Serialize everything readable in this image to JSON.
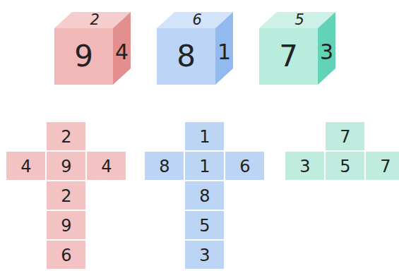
{
  "diagram": {
    "nodes": [
      {
        "text": [
          "2"
        ]
      },
      {
        "text": [
          "9"
        ]
      },
      {
        "text": [
          "4"
        ]
      },
      {
        "text": [
          "6"
        ]
      },
      {
        "text": [
          "8"
        ]
      },
      {
        "text": [
          "1"
        ]
      },
      {
        "text": [
          "5"
        ]
      },
      {
        "text": [
          "7"
        ]
      },
      {
        "text": [
          "3"
        ]
      },
      {
        "text": [
          "2"
        ]
      },
      {
        "text": [
          "4"
        ]
      },
      {
        "text": [
          "9"
        ]
      },
      {
        "text": [
          "4"
        ]
      },
      {
        "text": [
          "2"
        ]
      },
      {
        "text": [
          "9"
        ]
      },
      {
        "text": [
          "6"
        ]
      },
      {
        "text": [
          "1"
        ]
      },
      {
        "text": [
          "8"
        ]
      },
      {
        "text": [
          "1"
        ]
      },
      {
        "text": [
          "6"
        ]
      },
      {
        "text": [
          "8"
        ]
      },
      {
        "text": [
          "5"
        ]
      },
      {
        "text": [
          "3"
        ]
      },
      {
        "text": [
          "7"
        ]
      },
      {
        "text": [
          "3"
        ]
      },
      {
        "text": [
          "5"
        ]
      },
      {
        "text": [
          "7"
        ]
      }
    ]
  }
}
